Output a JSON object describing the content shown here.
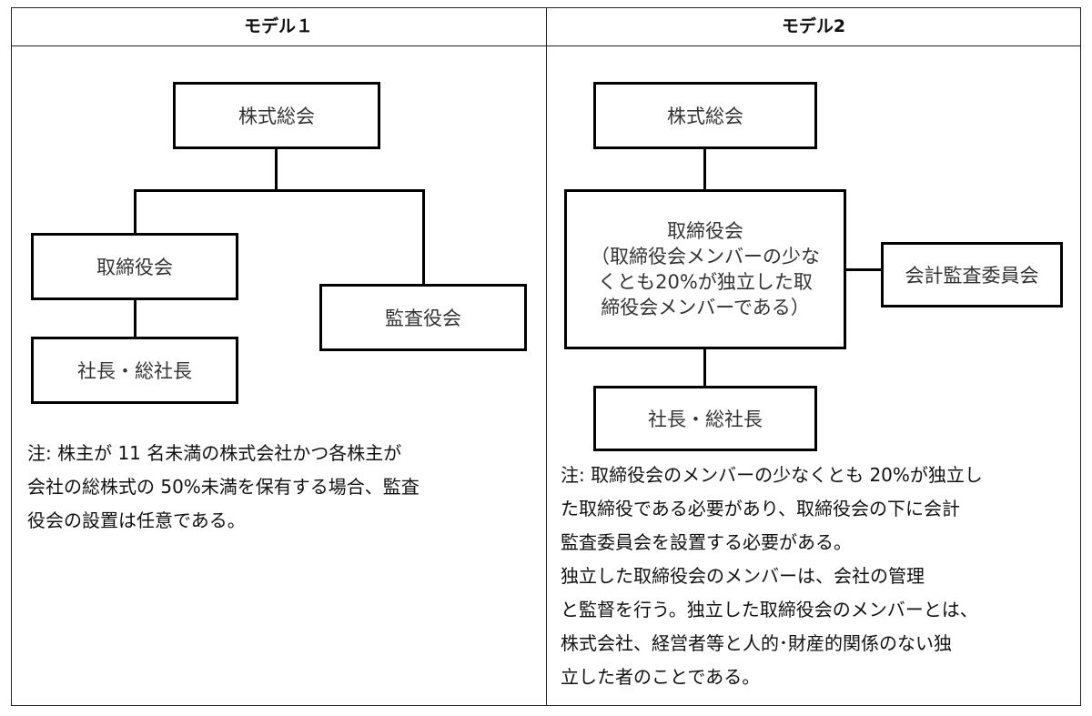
{
  "model1": {
    "header": "モデル１",
    "boxes": {
      "shareholders": "株式総会",
      "board": "取締役会",
      "auditors": "監査役会",
      "president": "社長・総社長"
    },
    "note_lines": [
      "注: 株主が 11 名未満の株式会社かつ各株主が",
      "会社の総株式の 50%未満を保有する場合、監査",
      "役会の設置は任意である。"
    ]
  },
  "model2": {
    "header": "モデル2",
    "boxes": {
      "shareholders": "株式総会",
      "board_lines": [
        "取締役会",
        "（取締役会メンバーの少な",
        "くとも20%が独立した取",
        "締役会メンバーである）"
      ],
      "audit_committee": "会計監査委員会",
      "president": "社長・総社長"
    },
    "note_lines": [
      "注: 取締役会のメンバーの少なくとも 20%が独立し",
      "た取締役である必要があり、取締役会の下に会計",
      "監査委員会を設置する必要がある。",
      "独立した取締役会のメンバーは、会社の管理",
      "と監督を行う。独立した取締役会のメンバーとは、",
      "株式会社、経営者等と人的･財産的関係のない独",
      "立した者のことである。"
    ]
  }
}
